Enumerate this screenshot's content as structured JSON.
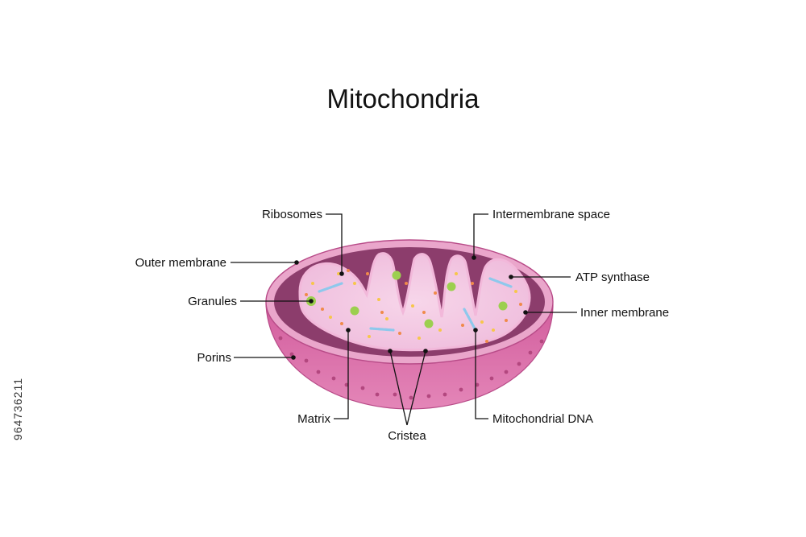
{
  "title": "Mitochondria",
  "labels": {
    "ribosomes": "Ribosomes",
    "intermembrane_space": "Intermembrane space",
    "outer_membrane": "Outer membrane",
    "atp_synthase": "ATP synthase",
    "granules": "Granules",
    "inner_membrane": "Inner membrane",
    "porins": "Porins",
    "matrix": "Matrix",
    "mitochondrial_dna": "Mitochondrial DNA",
    "cristea": "Cristea"
  },
  "stock_id": "964736211",
  "colors": {
    "outer_body": "#d96aa6",
    "outer_rim": "#e9a3c8",
    "intermembrane": "#8e3e6e",
    "matrix": "#f4c8e3",
    "granule": "#9ccf4f",
    "dna": "#8ec8ec"
  }
}
